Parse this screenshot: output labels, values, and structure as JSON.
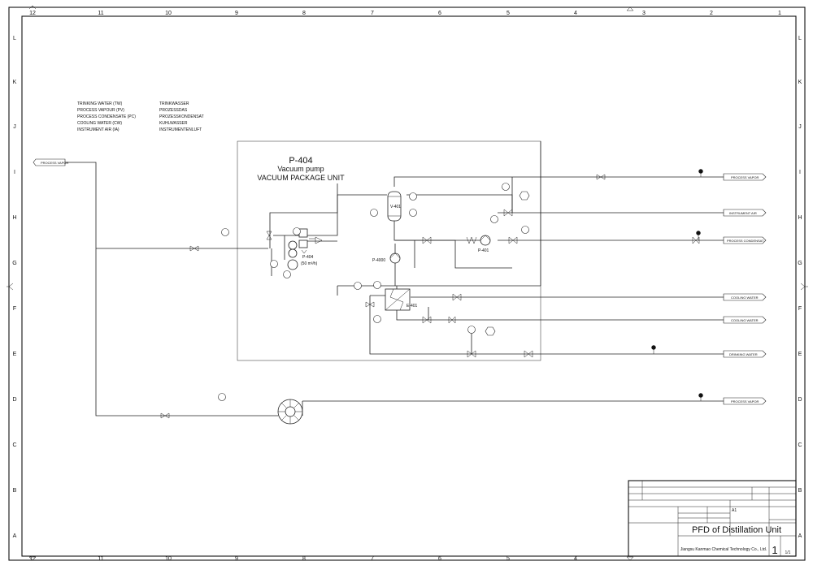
{
  "frame": {
    "columns": [
      "12",
      "11",
      "10",
      "9",
      "8",
      "7",
      "6",
      "5",
      "4",
      "3",
      "2",
      "1"
    ],
    "rows": [
      "L",
      "K",
      "J",
      "I",
      "H",
      "G",
      "F",
      "E",
      "D",
      "C",
      "B",
      "A"
    ]
  },
  "legend": {
    "left": [
      "TRINKING WATER (TW)",
      "PROCESS VAPOUR (PV)",
      "PROCESS CONDENSATE (PC)",
      "COOLING WATER (CW)",
      "INSTRUMENT AIR (IA)"
    ],
    "right": [
      "TRINKWASSER",
      "PROZESSDAS",
      "PROZESSKONDENSAT",
      "KUHLWASSER",
      "INSTRUMENTENLUFT"
    ]
  },
  "package": {
    "tag": "P-404",
    "line1": "Vacuum pump",
    "line2": "VACUUM PACKAGE UNIT"
  },
  "equipment": {
    "v401": "V-401",
    "p4000": "P-4000",
    "p401": "P-401",
    "e401": "E-401",
    "p404": "P-404",
    "p404_note": "(50 m³/h)"
  },
  "offpage": {
    "in_process_vapor": "PROCESS VAPOR",
    "out_process_vapor": "PROCESS VAPOR",
    "out_instrument_air": "INSTRUMENT AIR",
    "out_process_condensate": "PROCESS CONDENSAT",
    "out_cooling_water_1": "COOLING WATER",
    "out_cooling_water_2": "COOLING WATER",
    "out_drinking_water": "DRINKING WATER",
    "out_process_vapor_2": "PROCESS VAPOR"
  },
  "title_block": {
    "drawing_title": "PFD of Distillation Unit",
    "company": "Jiangsu Kanmao Chemical Technology Co., Ltd.",
    "sheet_number": "1",
    "sheet_count": "1/1",
    "format": "A1"
  }
}
